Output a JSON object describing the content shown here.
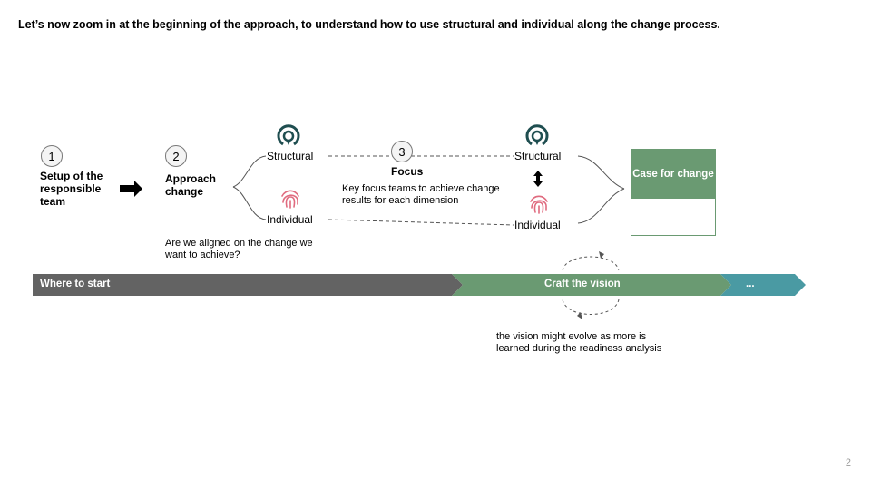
{
  "header": {
    "title": "Let’s now zoom in at the beginning of the approach, to understand how to use structural and individual along the change process."
  },
  "steps": [
    {
      "number": "1",
      "label": "Setup of the responsible team"
    },
    {
      "number": "2",
      "label": "Approach change",
      "question": "Are we aligned on the change we want to achieve?"
    },
    {
      "number": "3",
      "label": "Focus",
      "description": "Key focus teams to achieve change results for each dimension"
    }
  ],
  "dimensions": {
    "structural": "Structural",
    "individual": "Individual"
  },
  "case_box": {
    "label": "Case for change"
  },
  "phases": [
    {
      "label": "Where to start",
      "color": "#636363"
    },
    {
      "label": "Craft the vision",
      "color": "#6a9a72"
    },
    {
      "label": "...",
      "color": "#4a9aa3"
    }
  ],
  "note": "the vision might evolve as more is learned during the readiness analysis",
  "colors": {
    "structural_icon": "#1f4e50",
    "individual_icon": "#e06b7f"
  },
  "page_number": "2"
}
